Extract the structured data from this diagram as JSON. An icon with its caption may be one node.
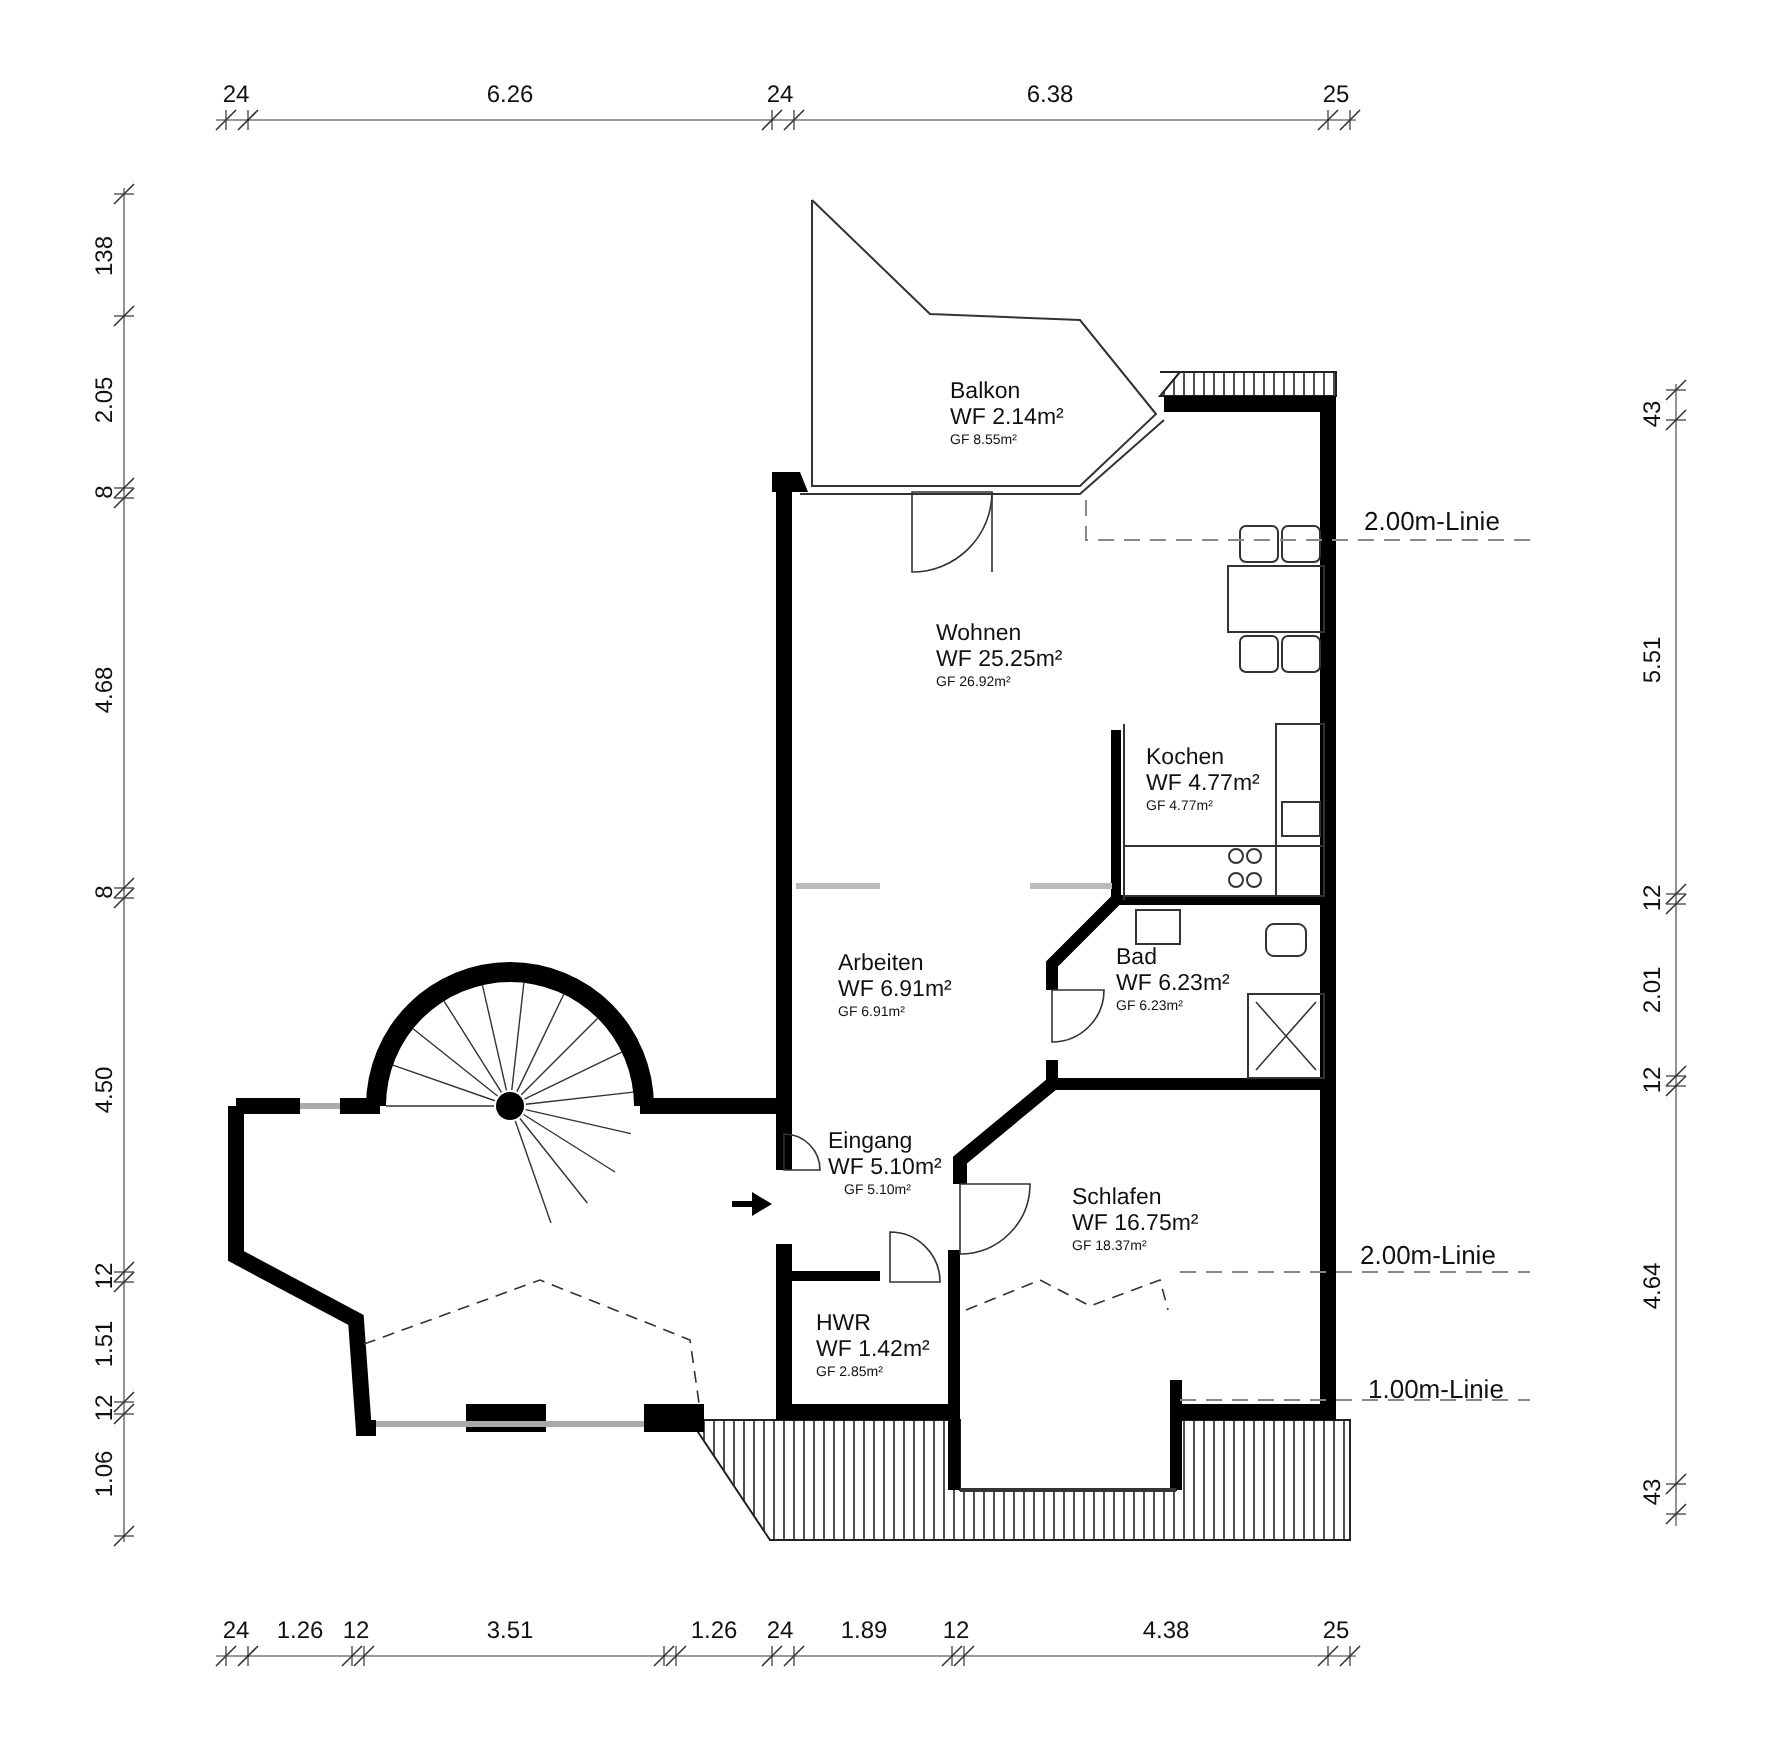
{
  "diagram": {
    "labels": [
      "24",
      "6.26",
      "24",
      "6.38",
      "25",
      "138",
      "2.05",
      "8",
      "4.68",
      "8",
      "4.50",
      "12",
      "1.51",
      "12",
      "1.06",
      "43",
      "5.51",
      "12",
      "2.01",
      "12",
      "4.64",
      "43",
      "Balkon",
      "WF 2.14m²",
      "GF 8.55m²",
      "2.00m-Linie",
      "Wohnen",
      "WF 25.25m²",
      "GF 26.92m²",
      "Kochen",
      "WF 4.77m²",
      "GF 4.77m²",
      "Arbeiten",
      "WF 6.91m²",
      "GF 6.91m²",
      "Bad",
      "WF 6.23m²",
      "GF 6.23m²",
      "Eingang",
      "WF 5.10m²",
      "GF 5.10m²",
      "Schlafen",
      "WF 16.75m²",
      "GF 18.37m²",
      "2.00m-Linie",
      "HWR",
      "WF 1.42m²",
      "GF 2.85m²",
      "1.00m-Linie",
      "24",
      "1.26",
      "12",
      "3.51",
      "1.26",
      "24",
      "1.89",
      "12",
      "4.38",
      "25"
    ]
  }
}
